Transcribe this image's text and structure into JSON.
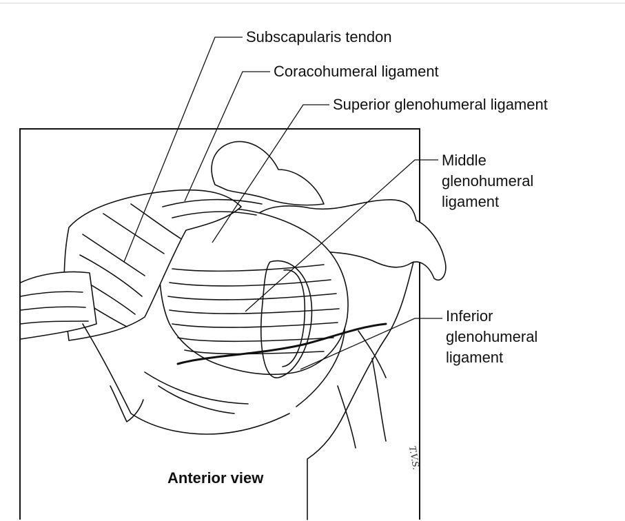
{
  "figure": {
    "labels": {
      "subscapularis_tendon": "Subscapularis tendon",
      "coracohumeral_ligament": "Coracohumeral ligament",
      "superior_glenohumeral_ligament": "Superior glenohumeral ligament",
      "middle_glenohumeral_ligament": [
        "Middle",
        "glenohumeral",
        "ligament"
      ],
      "inferior_glenohumeral_ligament": [
        "Inferior",
        "glenohumeral",
        "ligament"
      ]
    },
    "view_caption": "Anterior view",
    "artist_initials": "T.V.S.",
    "colors": {
      "ink": "#111111",
      "background": "#ffffff",
      "rule": "#d9d9d9"
    }
  }
}
